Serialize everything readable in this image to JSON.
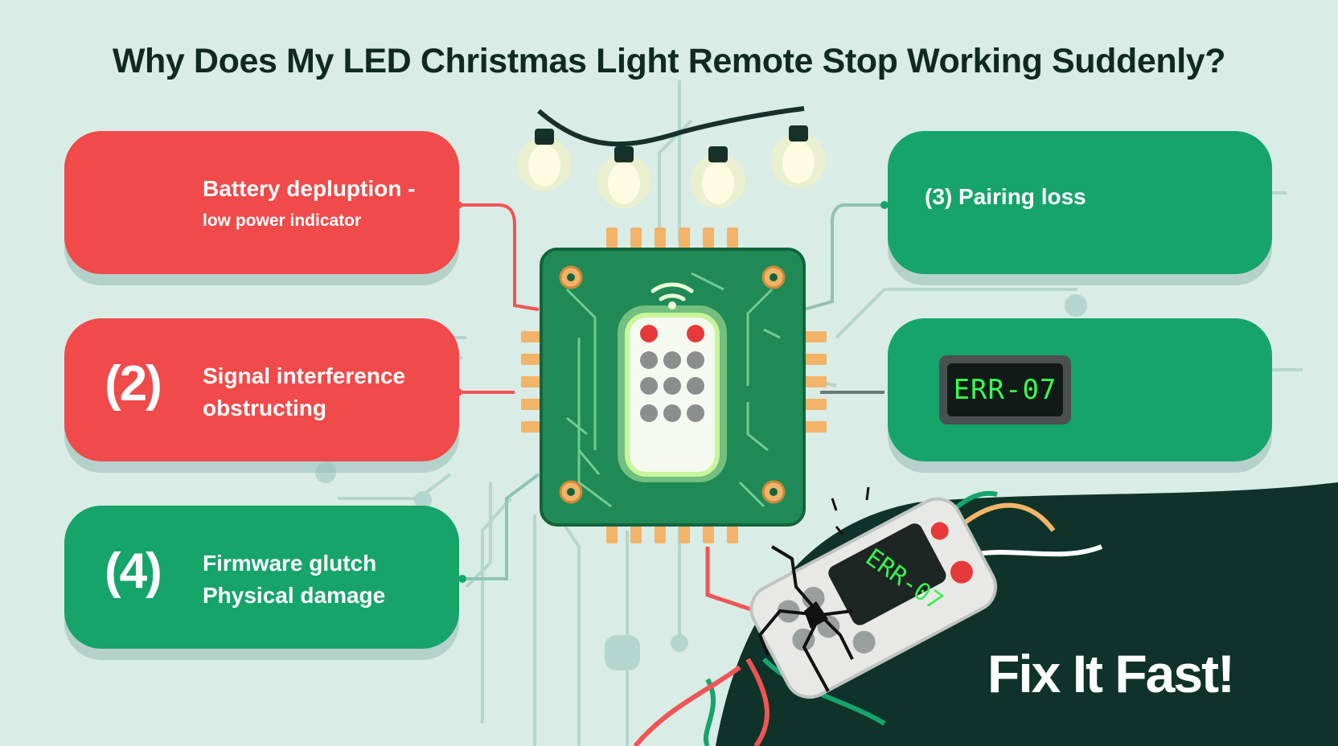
{
  "title": "Why Does My LED Christmas Light Remote Stop Working Suddenly?",
  "cards": {
    "battery": {
      "line1": "Battery depluption -",
      "line2": "low power indicator"
    },
    "signal": {
      "number": "(2)",
      "line1": "Signal interference",
      "line2": "obstructing"
    },
    "firmware": {
      "number": "(4)",
      "line1": "Firmware glutch",
      "line2": "Physical damage"
    },
    "pairing": {
      "label": "(3) Pairing loss"
    },
    "error": {
      "code": "ERR-07"
    }
  },
  "device": {
    "screen_code": "ERR-07"
  },
  "cta": "Fix It Fast!",
  "colors": {
    "background": "#d9ece6",
    "red_card": "#f04a4a",
    "green_card": "#16a46b",
    "circuit_board": "#1f8a56",
    "dark_corner": "#0f3329"
  },
  "icons": [
    "warning-icon",
    "string-lights-icon",
    "remote-icon",
    "broken-signal-icon",
    "hand-icon",
    "arrow-icon",
    "broken-remote-icon"
  ]
}
